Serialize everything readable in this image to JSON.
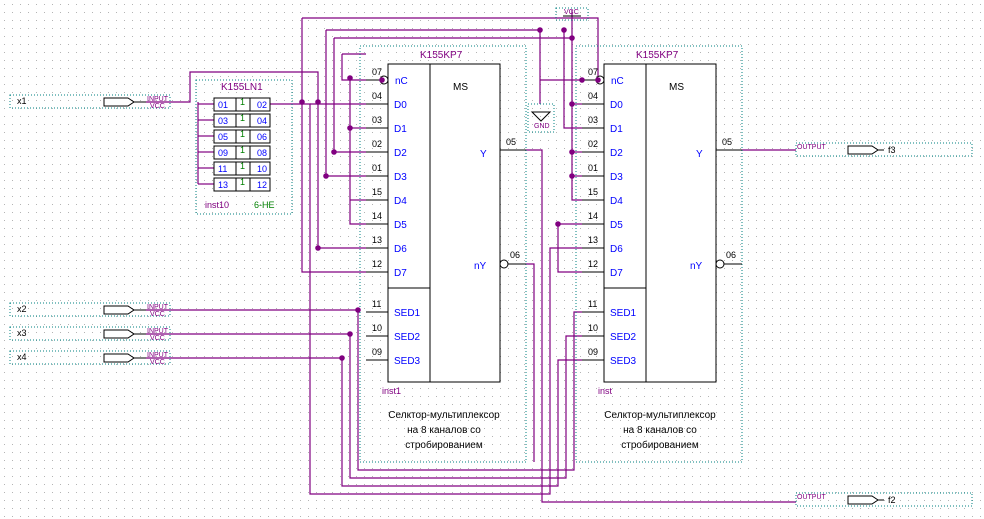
{
  "colors": {
    "wire": "#800080",
    "node": "#800080",
    "border": "#000000",
    "text": "#000000",
    "pinLabel": "#0000ff",
    "title": "#800080",
    "dashed": "#008080",
    "green": "#008000",
    "grid": "#b4b4b4"
  },
  "inputs": [
    {
      "name": "x1",
      "port": "INPUT",
      "vcc": "VCC"
    },
    {
      "name": "x2",
      "port": "INPUT",
      "vcc": "VCC"
    },
    {
      "name": "x3",
      "port": "INPUT",
      "vcc": "VCC"
    },
    {
      "name": "x4",
      "port": "INPUT",
      "vcc": "VCC"
    }
  ],
  "outputs": [
    {
      "name": "f3",
      "port": "OUTPUT"
    },
    {
      "name": "f2",
      "port": "OUTPUT"
    }
  ],
  "power": {
    "vcc": "VCC",
    "gnd": "GND"
  },
  "inverter": {
    "title": "K155LN1",
    "instance": "inst10",
    "function": "6-HE",
    "rows": [
      {
        "in": "01",
        "out": "02",
        "gate": "1"
      },
      {
        "in": "03",
        "out": "04",
        "gate": "1"
      },
      {
        "in": "05",
        "out": "06",
        "gate": "1"
      },
      {
        "in": "09",
        "out": "08",
        "gate": "1"
      },
      {
        "in": "11",
        "out": "10",
        "gate": "1"
      },
      {
        "in": "13",
        "out": "12",
        "gate": "1"
      }
    ]
  },
  "muxes": [
    {
      "title": "K155KP7",
      "instance": "inst1",
      "ms": "MS",
      "strobe": {
        "pin": "07",
        "label": "nC"
      },
      "data": [
        {
          "pin": "04",
          "label": "D0"
        },
        {
          "pin": "03",
          "label": "D1"
        },
        {
          "pin": "02",
          "label": "D2"
        },
        {
          "pin": "01",
          "label": "D3"
        },
        {
          "pin": "15",
          "label": "D4"
        },
        {
          "pin": "14",
          "label": "D5"
        },
        {
          "pin": "13",
          "label": "D6"
        },
        {
          "pin": "12",
          "label": "D7"
        }
      ],
      "select": [
        {
          "pin": "11",
          "label": "SED1"
        },
        {
          "pin": "10",
          "label": "SED2"
        },
        {
          "pin": "09",
          "label": "SED3"
        }
      ],
      "y": {
        "pin": "05",
        "label": "Y"
      },
      "ny": {
        "pin": "06",
        "label": "nY"
      },
      "description": [
        "Селктор-мультиплексор",
        "на 8 каналов со",
        "стробированием"
      ]
    },
    {
      "title": "K155KP7",
      "instance": "inst",
      "ms": "MS",
      "strobe": {
        "pin": "07",
        "label": "nC"
      },
      "data": [
        {
          "pin": "04",
          "label": "D0"
        },
        {
          "pin": "03",
          "label": "D1"
        },
        {
          "pin": "02",
          "label": "D2"
        },
        {
          "pin": "01",
          "label": "D3"
        },
        {
          "pin": "15",
          "label": "D4"
        },
        {
          "pin": "14",
          "label": "D5"
        },
        {
          "pin": "13",
          "label": "D6"
        },
        {
          "pin": "12",
          "label": "D7"
        }
      ],
      "select": [
        {
          "pin": "11",
          "label": "SED1"
        },
        {
          "pin": "10",
          "label": "SED2"
        },
        {
          "pin": "09",
          "label": "SED3"
        }
      ],
      "y": {
        "pin": "05",
        "label": "Y"
      },
      "ny": {
        "pin": "06",
        "label": "nY"
      },
      "description": [
        "Селктор-мультиплексор",
        "на 8 каналов со",
        "стробированием"
      ]
    }
  ]
}
